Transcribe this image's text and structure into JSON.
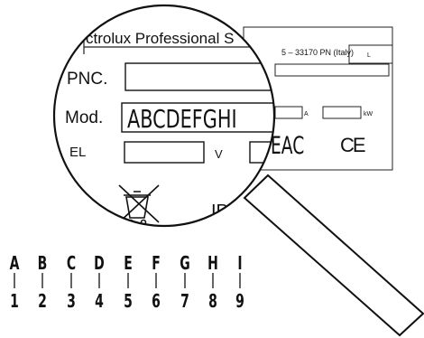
{
  "plate": {
    "brand": "ctrolux Professional S",
    "address": "5 – 33170 PN (Italy)",
    "top_right": "L",
    "pnc_label": "PNC.",
    "mod_label": "Mod.",
    "mod_value": "ABCDEFGHI",
    "el_label": "EL",
    "unit_v": "V",
    "unit_a": "A",
    "unit_kw": "kW",
    "eac_mark": "EAC",
    "ce_mark": "CE",
    "ip_label": "IPX"
  },
  "legend": {
    "letters": [
      "A",
      "B",
      "C",
      "D",
      "E",
      "F",
      "G",
      "H",
      "I"
    ],
    "numbers": [
      "1",
      "2",
      "3",
      "4",
      "5",
      "6",
      "7",
      "8",
      "9"
    ]
  },
  "icons": {
    "weee": "crossed-out-wheeled-bin-icon",
    "magnifier": "magnifying-glass-icon"
  }
}
